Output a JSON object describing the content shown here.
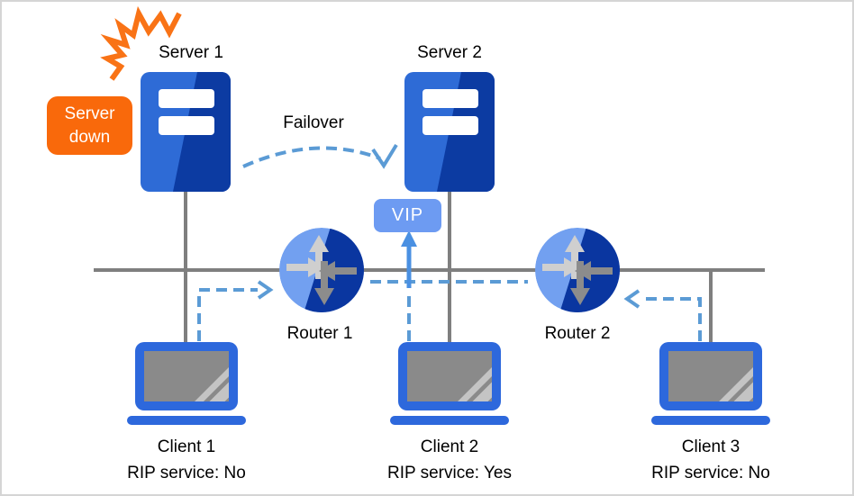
{
  "nodes": {
    "server1": {
      "label": "Server 1"
    },
    "server2": {
      "label": "Server 2"
    },
    "router1": {
      "label": "Router 1"
    },
    "router2": {
      "label": "Router 2"
    },
    "client1": {
      "label": "Client 1",
      "rip": "RIP service: No"
    },
    "client2": {
      "label": "Client 2",
      "rip": "RIP service: Yes"
    },
    "client3": {
      "label": "Client 3",
      "rip": "RIP service: No"
    }
  },
  "badges": {
    "server_down": "Server down",
    "vip": "VIP"
  },
  "annotations": {
    "failover": "Failover"
  },
  "colors": {
    "line_gray": "#7f7f7f",
    "dash_blue": "#5b9bd5",
    "arrow_blue": "#4a90e2",
    "explosion_orange": "#f97316",
    "badge_orange": "#f9690b",
    "vip_blue": "#6d9bf2",
    "server_blue": "#2e6bd6",
    "server_dark": "#0c3ba2",
    "router_light": "#72a0f0",
    "router_dark": "#0a36a0",
    "laptop_blue": "#2d68dc",
    "screen_gray": "#8a8a8a",
    "shine_gray": "#c4c4c4",
    "arrow_light_gray": "#cfcfcf",
    "arrow_mid_gray": "#8c8c8c"
  }
}
